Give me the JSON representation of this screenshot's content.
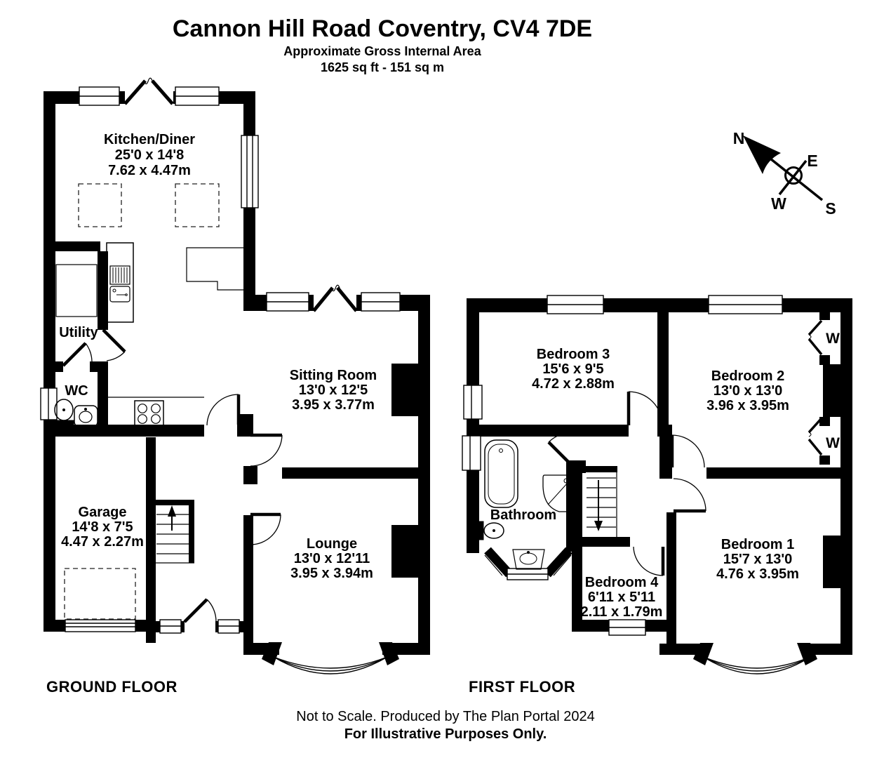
{
  "page": {
    "title": "Cannon Hill Road Coventry, CV4 7DE",
    "subtitle": "Approximate Gross Internal Area",
    "area": "1625 sq ft - 151 sq m"
  },
  "footer": {
    "scale_note": "Not to Scale. Produced by The Plan Portal 2024",
    "disclaimer": "For Illustrative Purposes Only."
  },
  "compass": {
    "north": "N",
    "east": "E",
    "south": "S",
    "west": "W"
  },
  "wardrobe": {
    "label": "W"
  },
  "floors": {
    "ground": {
      "label": "GROUND FLOOR",
      "rooms": {
        "kitchen": {
          "name": "Kitchen/Diner",
          "imperial": "25'0 x 14'8",
          "metric": "7.62 x 4.47m"
        },
        "utility": {
          "name": "Utility"
        },
        "wc": {
          "name": "WC"
        },
        "sitting_room": {
          "name": "Sitting Room",
          "imperial": "13'0 x 12'5",
          "metric": "3.95 x 3.77m"
        },
        "garage": {
          "name": "Garage",
          "imperial": "14'8 x 7'5",
          "metric": "4.47 x 2.27m"
        },
        "lounge": {
          "name": "Lounge",
          "imperial": "13'0 x 12'11",
          "metric": "3.95 x 3.94m"
        }
      }
    },
    "first": {
      "label": "FIRST FLOOR",
      "rooms": {
        "bedroom3": {
          "name": "Bedroom 3",
          "imperial": "15'6 x 9'5",
          "metric": "4.72 x 2.88m"
        },
        "bedroom2": {
          "name": "Bedroom 2",
          "imperial": "13'0 x 13'0",
          "metric": "3.96 x 3.95m"
        },
        "bathroom": {
          "name": "Bathroom"
        },
        "bedroom4": {
          "name": "Bedroom 4",
          "imperial": "6'11 x 5'11",
          "metric": "2.11 x 1.79m"
        },
        "bedroom1": {
          "name": "Bedroom 1",
          "imperial": "15'7 x 13'0",
          "metric": "4.76 x 3.95m"
        }
      }
    }
  },
  "colors": {
    "wall": "#000000",
    "background": "#ffffff"
  }
}
